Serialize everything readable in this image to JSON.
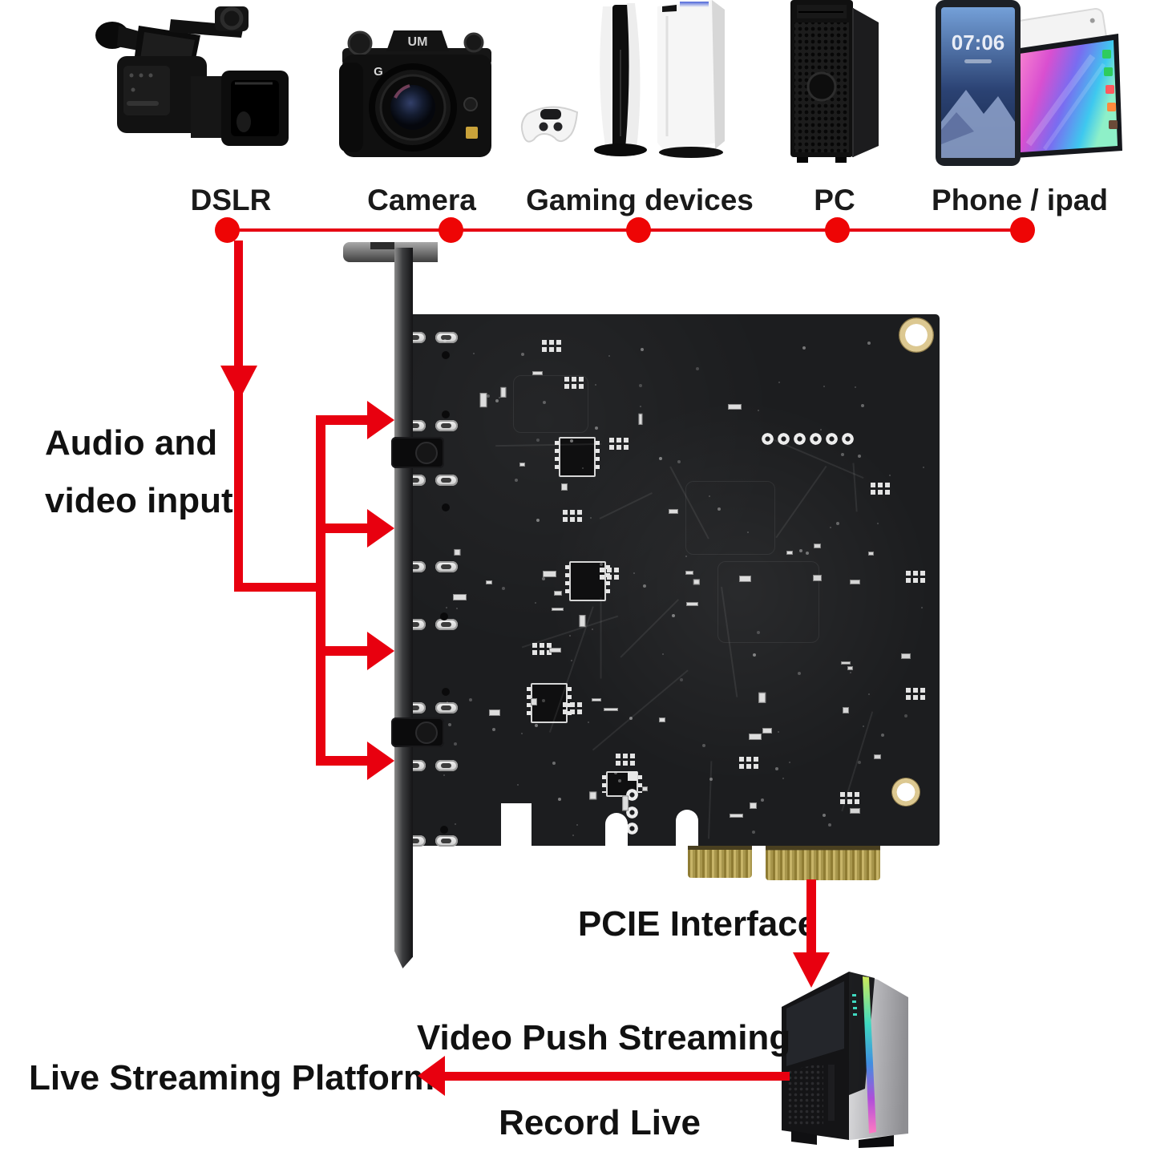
{
  "page": {
    "background": "#ffffff",
    "type": "product-diagram"
  },
  "top_row": {
    "devices": [
      {
        "label": "DSLR",
        "icon": "camcorder-icon"
      },
      {
        "label": "Camera",
        "icon": "mirrorless-camera-icon",
        "brand_text": "UM",
        "body_letter": "G"
      },
      {
        "label": "Gaming devices",
        "icon": "ps5-console-icon"
      },
      {
        "label": "PC",
        "icon": "desktop-tower-icon"
      },
      {
        "label": "Phone / ipad",
        "icon": "phone-tablet-icon",
        "phone_clock": "07:06"
      }
    ]
  },
  "annotations": {
    "audio_video_line1": "Audio and",
    "audio_video_line2": "video input",
    "pcie": "PCIE Interface",
    "video_push": "Video Push Streaming",
    "live_platform": "Live Streaming Platform",
    "record_live": "Record Live"
  },
  "card": {
    "name": "pcie-capture-card",
    "input_port_count": 4
  },
  "colors": {
    "arrow_red": "#e8000f",
    "line_red": "#e60012",
    "dot_red": "#ee0505",
    "pcb_dark": "#1c1d1f",
    "gold_fingers": "#c7b468",
    "text_black": "#111111"
  }
}
